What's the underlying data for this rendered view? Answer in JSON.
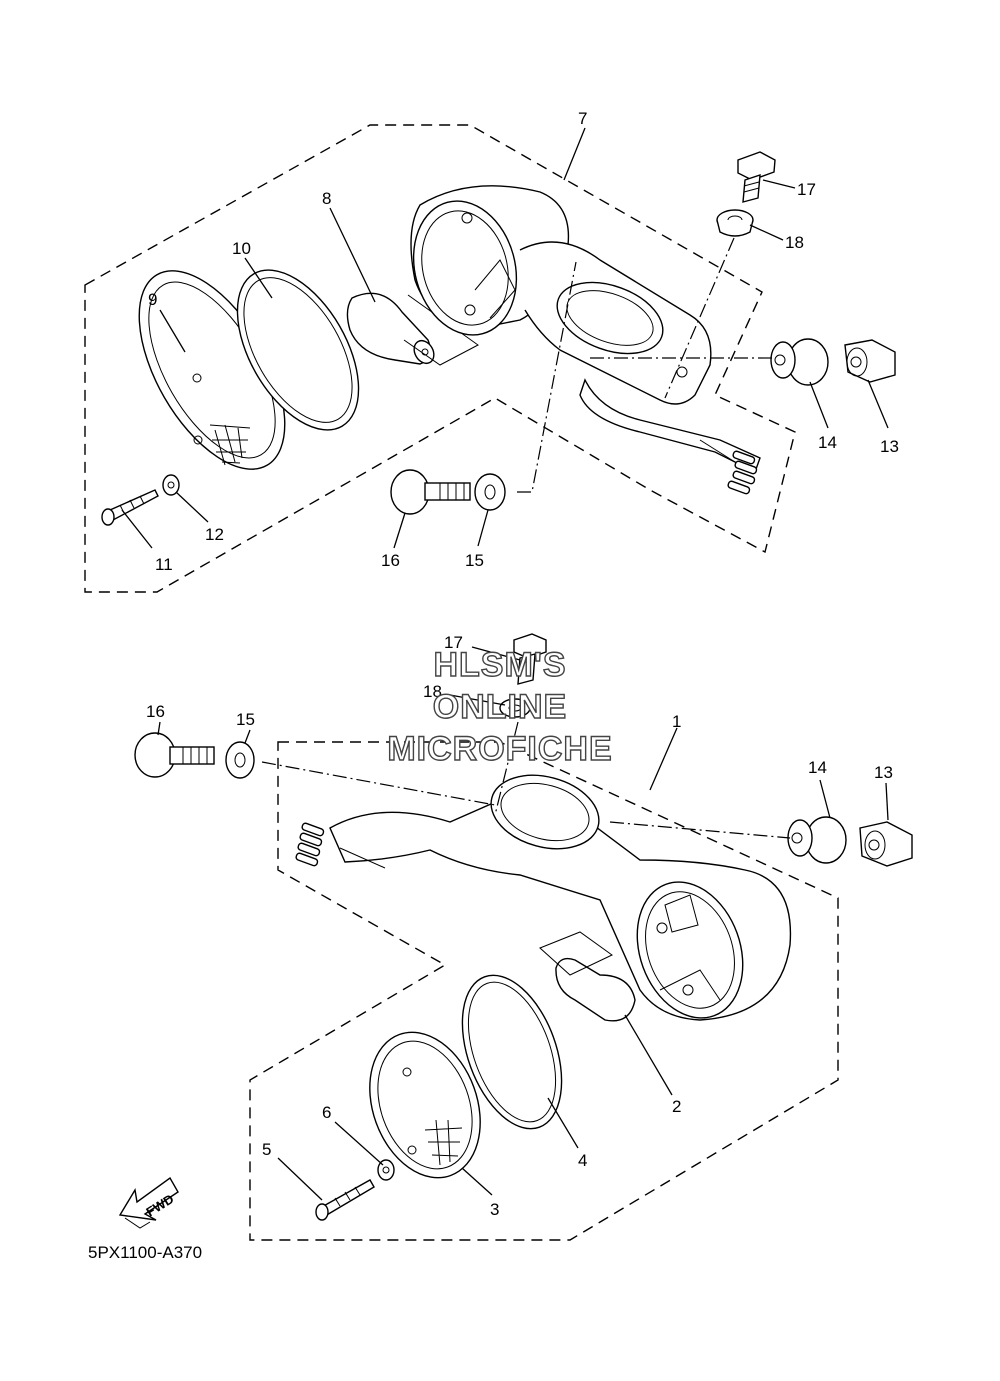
{
  "diagram_code": "5PX1100-A370",
  "fwd_label": "FWD",
  "watermark": [
    "HLSM'S",
    "ONLINE",
    "MICROFICHE"
  ],
  "callouts_top": [
    "7",
    "17",
    "18",
    "8",
    "10",
    "9",
    "14",
    "13",
    "12",
    "11",
    "16",
    "15"
  ],
  "callouts_bottom": [
    "17",
    "18",
    "16",
    "15",
    "1",
    "14",
    "13",
    "2",
    "4",
    "6",
    "5",
    "3"
  ]
}
